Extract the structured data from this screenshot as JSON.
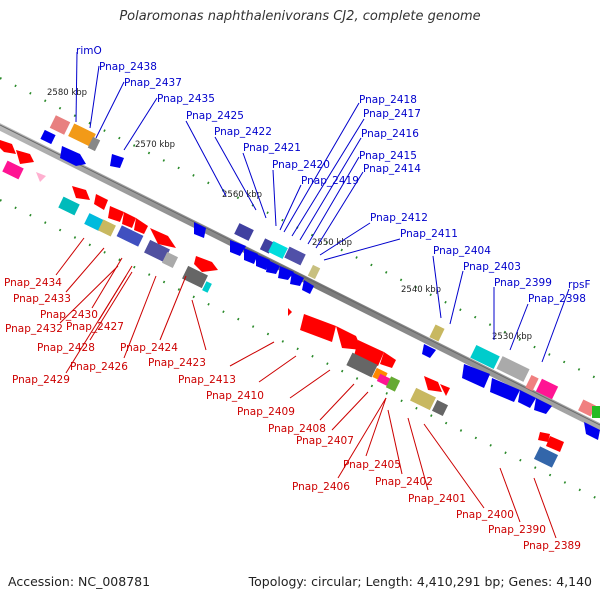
{
  "title": "Polaromonas naphthalenivorans CJ2, complete genome",
  "accession": "Accession: NC_008781",
  "summary": "Topology: circular; Length: 4,410,291 bp; Genes: 4,140",
  "ticks": [
    "2580 kbp",
    "2570 kbp",
    "2560 kbp",
    "2550 kbp",
    "2540 kbp",
    "2530 kbp"
  ],
  "forward_genes": [
    "rimO",
    "Pnap_2438",
    "Pnap_2437",
    "Pnap_2435",
    "Pnap_2425",
    "Pnap_2422",
    "Pnap_2421",
    "Pnap_2420",
    "Pnap_2419",
    "Pnap_2418",
    "Pnap_2417",
    "Pnap_2416",
    "Pnap_2415",
    "Pnap_2414",
    "Pnap_2412",
    "Pnap_2411",
    "Pnap_2404",
    "Pnap_2403",
    "Pnap_2399",
    "Pnap_2398",
    "rpsF"
  ],
  "reverse_genes": [
    "Pnap_2434",
    "Pnap_2433",
    "Pnap_2430",
    "Pnap_2432",
    "Pnap_2427",
    "Pnap_2428",
    "Pnap_2424",
    "Pnap_2426",
    "Pnap_2429",
    "Pnap_2423",
    "Pnap_2413",
    "Pnap_2410",
    "Pnap_2409",
    "Pnap_2408",
    "Pnap_2407",
    "Pnap_2405",
    "Pnap_2406",
    "Pnap_2402",
    "Pnap_2401",
    "Pnap_2400",
    "Pnap_2390",
    "Pnap_2389"
  ],
  "colors": {
    "forward_label": "#0000cc",
    "reverse_label": "#cc0000",
    "backbone": "#888888",
    "gc_dots": "#2a8a2a"
  }
}
